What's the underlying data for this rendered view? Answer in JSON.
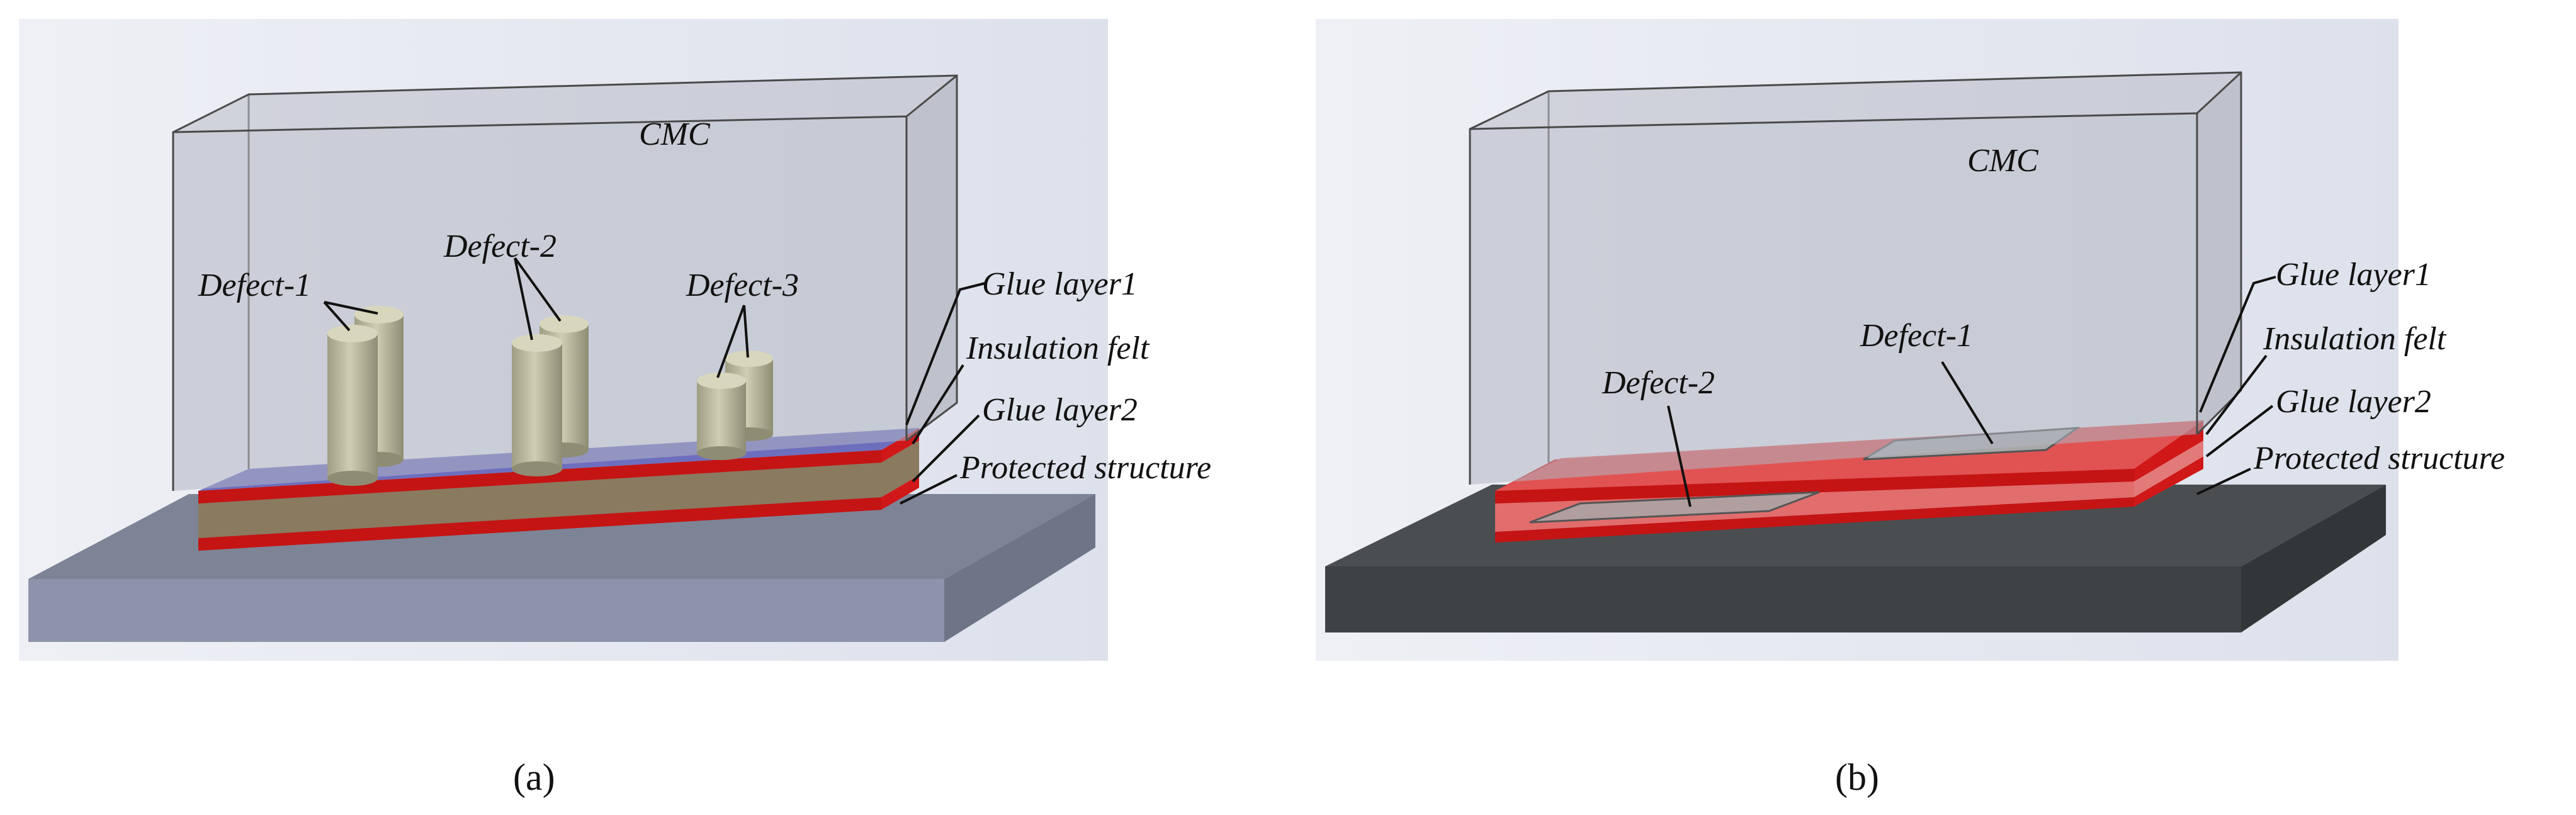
{
  "panels": [
    {
      "caption": "(a)",
      "labels": {
        "cmc": "CMC",
        "defect_1": "Defect-1",
        "defect_2": "Defect-2",
        "defect_3": "Defect-3",
        "glue_layer_1": "Glue layer1",
        "insulation_felt": "Insulation felt",
        "glue_layer_2": "Glue layer2",
        "protected_structure": "Protected structure"
      }
    },
    {
      "caption": "(b)",
      "labels": {
        "cmc": "CMC",
        "defect_1": "Defect-1",
        "defect_2": "Defect-2",
        "glue_layer_1": "Glue layer1",
        "insulation_felt": "Insulation felt",
        "glue_layer_2": "Glue layer2",
        "protected_structure": "Protected structure"
      }
    }
  ],
  "colors": {
    "cmc_box": "#b9bcc8",
    "glue": "#d01818",
    "felt_a": "#8a7a60",
    "felt_b": "#e06a6a",
    "insulation_top_a": "#6e6ebe",
    "cylinder": "#b8b79a",
    "protected_a": "#8c93aa",
    "protected_b": "#3e4244"
  }
}
